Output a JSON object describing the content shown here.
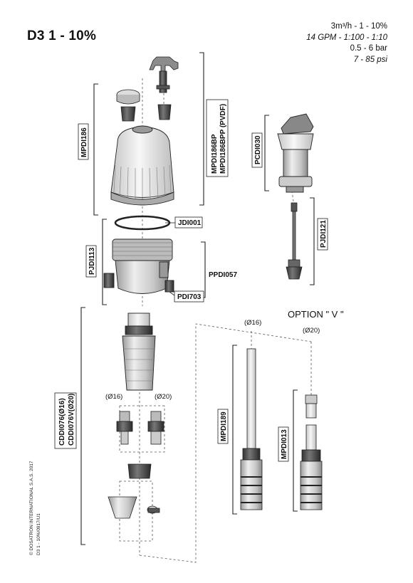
{
  "title": "D3 1 - 10%",
  "specs": [
    "3m³/h - 1 - 10%",
    "14 GPM - 1:100 - 1:10",
    "0.5 - 6 bar",
    "7 - 85 psi"
  ],
  "labels": {
    "mpdi186": "MPDI186",
    "mpdi186bp": "MPDI186BP",
    "mpdi186bpp": "MPDI186BPP (PVDF)",
    "pcdi030": "PCDI030",
    "jdi001": "JDI001",
    "pjdi113": "PJDI113",
    "ppdi057": "PPDI057",
    "pdi703": "PDI703",
    "pjdi121": "PJDI121",
    "cddi076": "CDDI076(Ø16)",
    "cddi076v": "CDDI076V(Ø20)",
    "mpdi189": "MPDI189",
    "mpdi013": "MPDI013",
    "d16_left": "(Ø16)",
    "d20_left": "(Ø20)",
    "d16_right": "(Ø16)",
    "d20_right": "(Ø20)"
  },
  "option_v": "OPTION \" V \"",
  "copyright": "© DOSATRON INTERNATIONAL S.A.S. 2017",
  "doc_ref": "D3 1 - 10%/0917/U1"
}
